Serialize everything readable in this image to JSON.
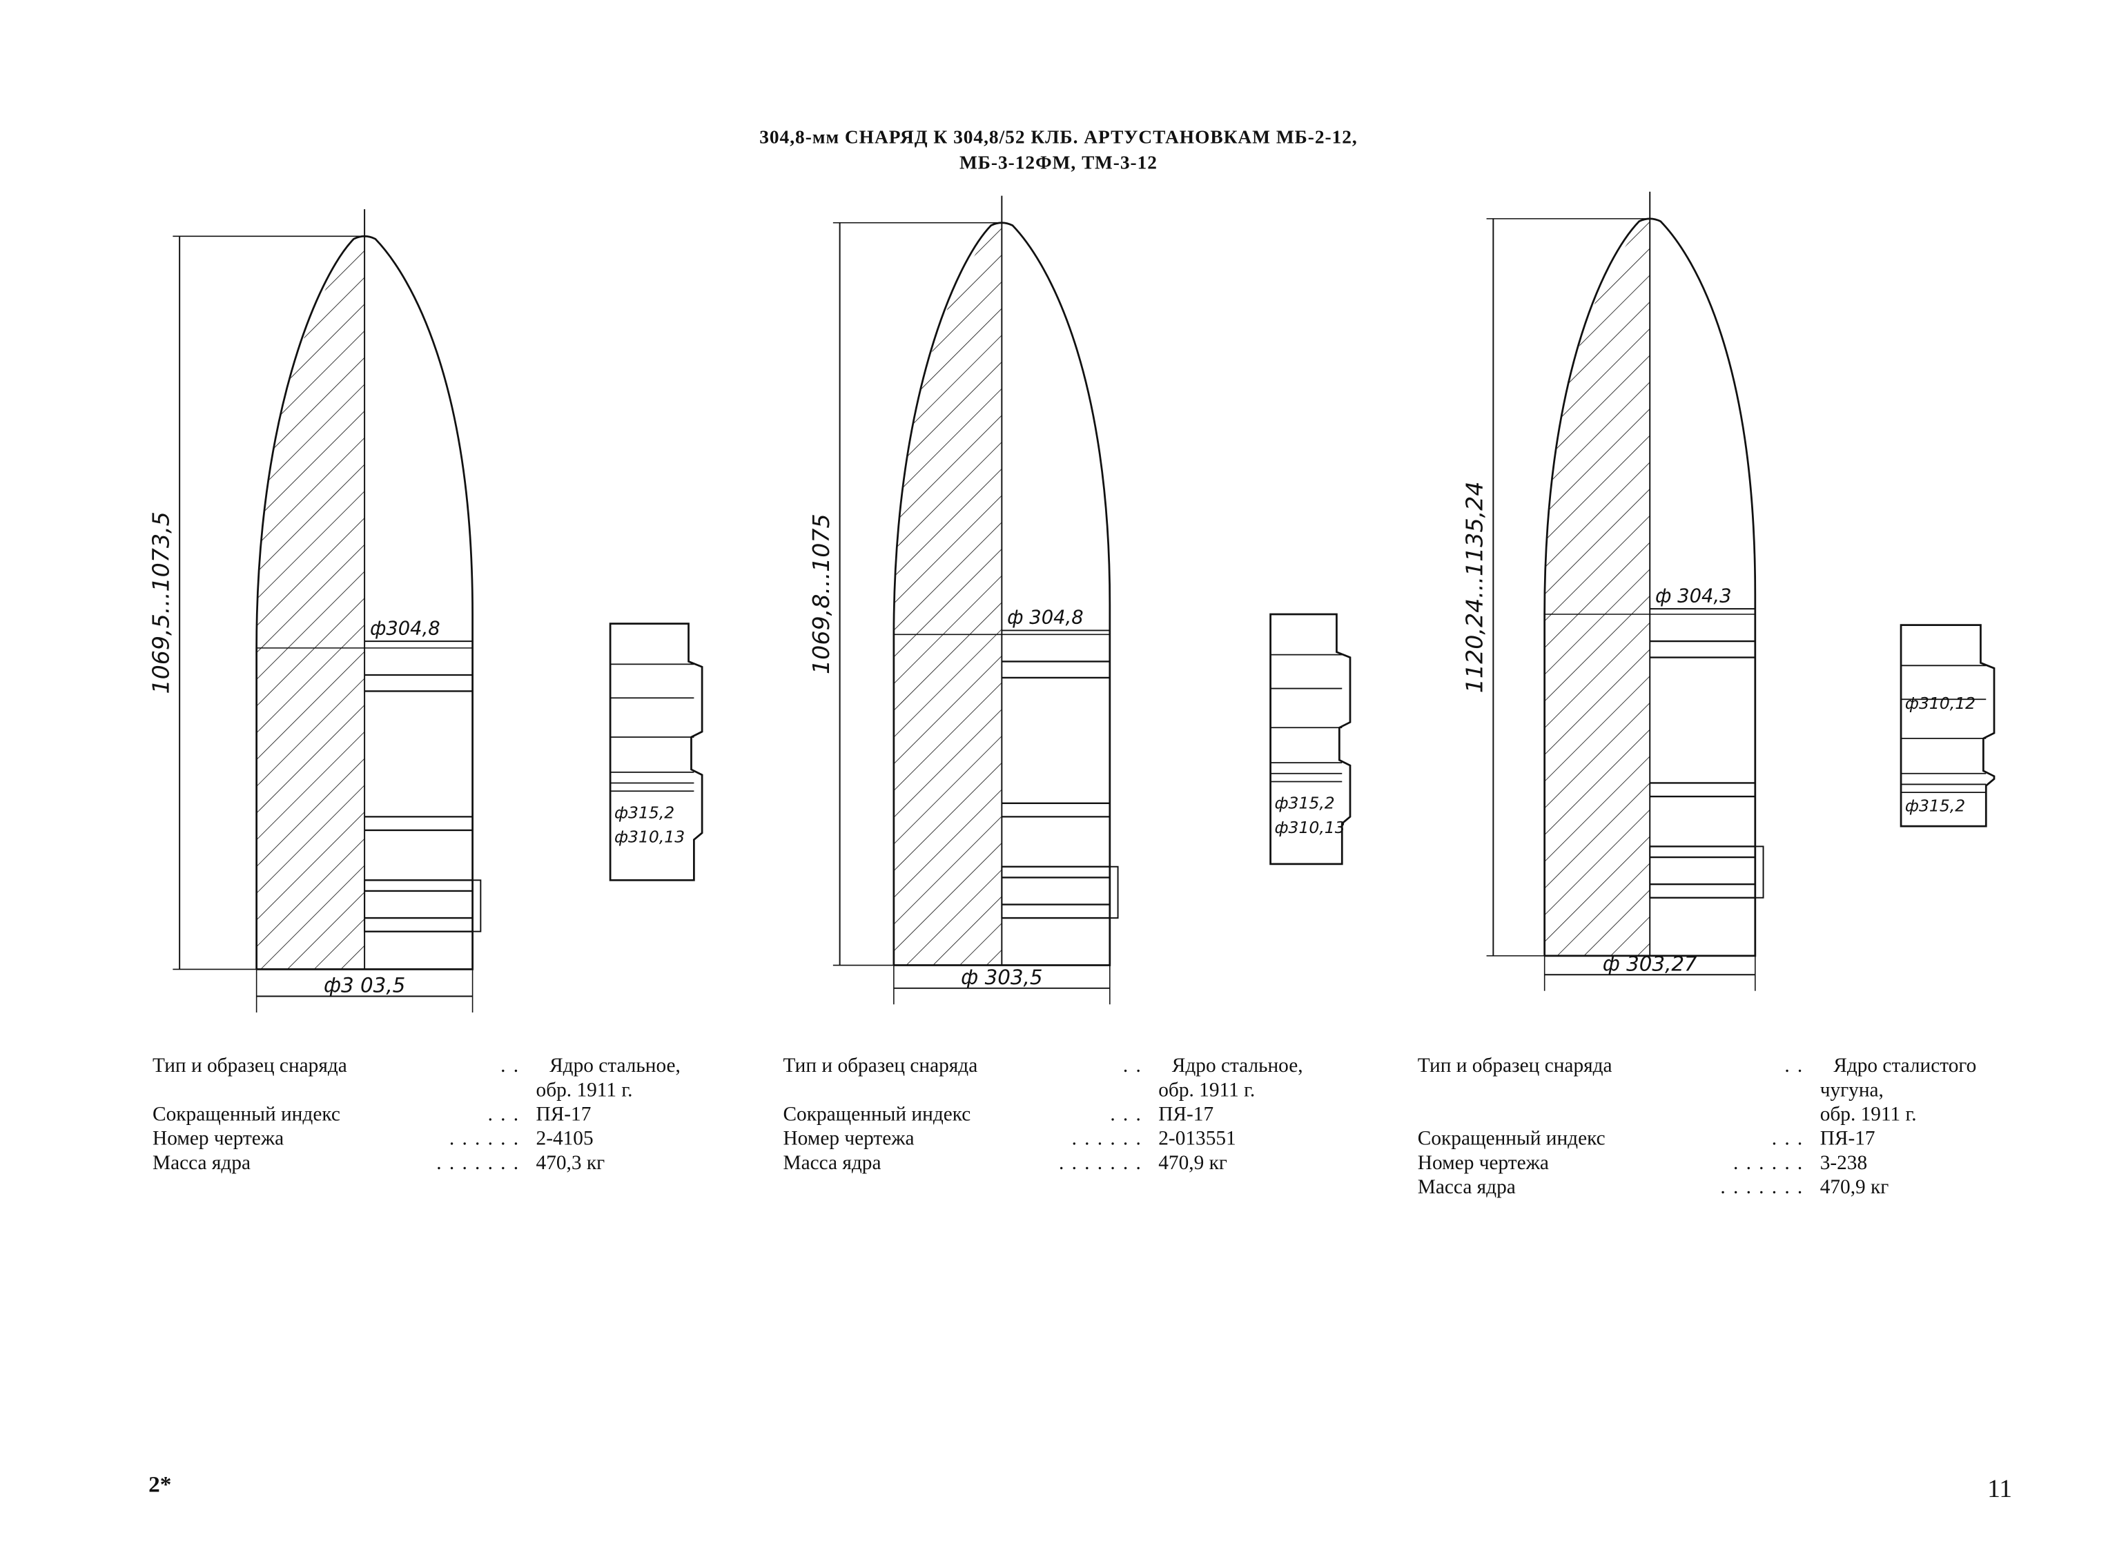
{
  "title": {
    "line1": "304,8-мм СНАРЯД К 304,8/52 КЛБ. АРТУСТАНОВКАМ МБ-2-12,",
    "line2": "МБ-3-12ФМ, ТМ-3-12"
  },
  "drawings": [
    {
      "length": "1069,5...1073,5",
      "diam_top": "ф304,8",
      "diam_base": "ф3 03,5",
      "band": [
        "ф315,2",
        "ф310,13"
      ]
    },
    {
      "length": "1069,8...1075",
      "diam_top": "ф 304,8",
      "diam_base": "ф 303,5",
      "band": [
        "ф315,2",
        "ф310,13"
      ]
    },
    {
      "length": "1120,24...1135,24",
      "diam_top": "ф 304,3",
      "diam_base": "ф 303,27",
      "band": [
        "ф310,12",
        "ф315,2"
      ]
    }
  ],
  "specs": [
    {
      "rows": [
        {
          "label": "Тип и образец снаряда",
          "dots": ". .",
          "value": "Ядро стальное,"
        },
        {
          "label": "",
          "dots": "",
          "value": "обр. 1911 г."
        },
        {
          "label": "Сокращенный индекс",
          "dots": ". . .",
          "value": "ПЯ-17"
        },
        {
          "label": "Номер чертежа",
          "dots": ". . . . . .",
          "value": "2-4105"
        },
        {
          "label": "Масса ядра",
          "dots": ". . . . . . .",
          "value": "470,3 кг"
        }
      ]
    },
    {
      "rows": [
        {
          "label": "Тип и образец снаряда",
          "dots": ". .",
          "value": "Ядро стальное,"
        },
        {
          "label": "",
          "dots": "",
          "value": "обр. 1911 г."
        },
        {
          "label": "Сокращенный индекс",
          "dots": ". . .",
          "value": "ПЯ-17"
        },
        {
          "label": "Номер чертежа",
          "dots": ". . . . . .",
          "value": "2-013551"
        },
        {
          "label": "Масса ядра",
          "dots": ". . . . . . .",
          "value": "470,9 кг"
        }
      ]
    },
    {
      "rows": [
        {
          "label": "Тип и образец снаряда",
          "dots": ". .",
          "value": "Ядро сталистого"
        },
        {
          "label": "",
          "dots": "",
          "value": "чугуна,"
        },
        {
          "label": "",
          "dots": "",
          "value": "обр. 1911 г."
        },
        {
          "label": "Сокращенный индекс",
          "dots": ". . .",
          "value": "ПЯ-17"
        },
        {
          "label": "Номер чертежа",
          "dots": ". . . . . .",
          "value": "3-238"
        },
        {
          "label": "Масса ядра",
          "dots": ". . . . . . .",
          "value": "470,9 кг"
        }
      ]
    }
  ],
  "footer": {
    "left": "2*",
    "right": "11"
  }
}
